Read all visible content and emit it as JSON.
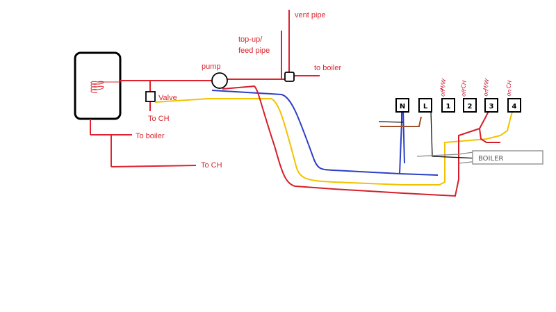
{
  "labels": {
    "vent_pipe": "vent pipe",
    "topup_line1": "top-up/",
    "topup_line2": "feed pipe",
    "pump": "pump",
    "to_boiler_top": "to boiler",
    "valve": "Valve",
    "to_ch_valve": "To CH",
    "to_boiler_left": "To boiler",
    "to_ch_bottom": "To CH",
    "boiler_box": "BOILER"
  },
  "terminals": [
    "N",
    "L",
    "1",
    "2",
    "3",
    "4"
  ],
  "terminal_notes": [
    {
      "line1": "H/W",
      "line2": "off"
    },
    {
      "line1": "CH",
      "line2": "off"
    },
    {
      "line1": "H/W",
      "line2": "on"
    },
    {
      "line1": "CH",
      "line2": "on"
    }
  ],
  "colors": {
    "pipe": "#e0212f",
    "wire_red": "#d61e2a",
    "wire_yellow": "#f2c200",
    "wire_blue": "#2b3fc4",
    "wire_brown": "#a0522d",
    "wire_black": "#111111",
    "wire_grey": "#8a8a8a"
  }
}
